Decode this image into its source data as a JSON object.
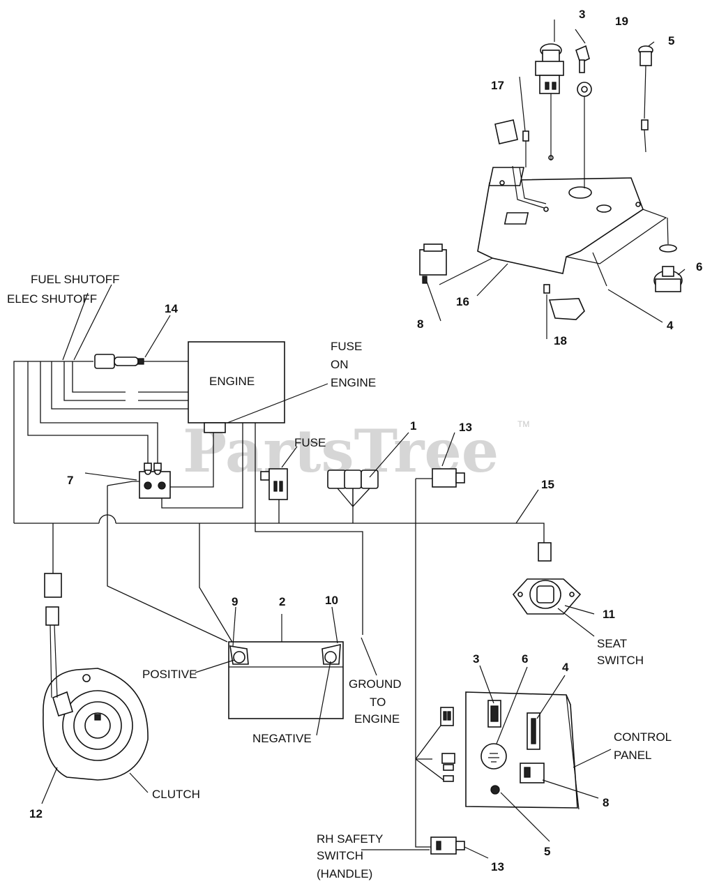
{
  "watermark": {
    "brand": "PartsTree",
    "trademark": "TM"
  },
  "labels": {
    "fuel_shutoff": "FUEL SHUTOFF",
    "elec_shutoff": "ELEC SHUTOFF",
    "engine": "ENGINE",
    "fuse_on_engine": [
      "FUSE",
      "ON",
      "ENGINE"
    ],
    "fuse": "FUSE",
    "positive": "POSITIVE",
    "negative": "NEGATIVE",
    "ground_to_engine": [
      "GROUND",
      "TO",
      "ENGINE"
    ],
    "clutch": "CLUTCH",
    "seat_switch": [
      "SEAT",
      "SWITCH"
    ],
    "control_panel": [
      "CONTROL",
      "PANEL"
    ],
    "rh_safety_switch": [
      "RH SAFETY",
      "SWITCH",
      "(HANDLE)"
    ]
  },
  "callouts": {
    "n1": "1",
    "n2": "2",
    "n3": "3",
    "n4": "4",
    "n5": "5",
    "n6": "6",
    "n7": "7",
    "n8": "8",
    "n9": "9",
    "n10": "10",
    "n11": "11",
    "n12": "12",
    "n13": "13",
    "n14": "14",
    "n15": "15",
    "n16": "16",
    "n17": "17",
    "n18": "18",
    "n19": "19"
  }
}
